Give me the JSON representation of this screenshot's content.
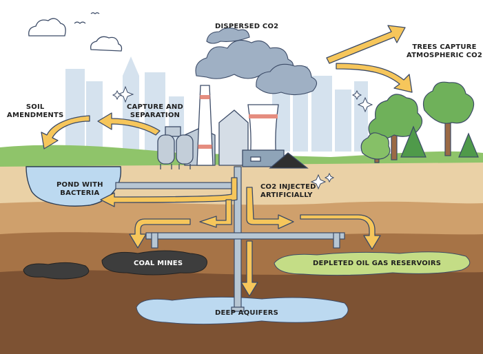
{
  "labels": {
    "dispersed_co2": "DISPERSED CO2",
    "trees_capture_line1": "TREES CAPTURE",
    "trees_capture_line2": "ATMOSPHERIC CO2",
    "soil_amendments_line1": "SOIL",
    "soil_amendments_line2": "AMENDMENTS",
    "capture_separation_line1": "CAPTURE AND",
    "capture_separation_line2": "SEPARATION",
    "pond_line1": "POND WITH",
    "pond_line2": "BACTERIA",
    "co2_injected_line1": "CO2 INJECTED",
    "co2_injected_line2": "ARTIFICIALLY",
    "coal_mines": "COAL MINES",
    "depleted_reservoirs": "DEPLETED OIL GAS RESERVOIRS",
    "deep_aquifers": "DEEP AQUIFERS"
  },
  "colors": {
    "sky": "#ffffff",
    "skyline": "#d5e2ee",
    "grass": "#8fc46a",
    "soil_top": "#ead1a6",
    "soil_mid": "#cfa06c",
    "soil_low": "#a67346",
    "soil_deep": "#7d5233",
    "arrow_fill": "#f6c65b",
    "pipe": "#b7c6d3",
    "co2_cloud": "#9fb0c4",
    "water": "#bcd9f0",
    "coal": "#3d3d3d",
    "reservoir": "#c4dd86"
  }
}
